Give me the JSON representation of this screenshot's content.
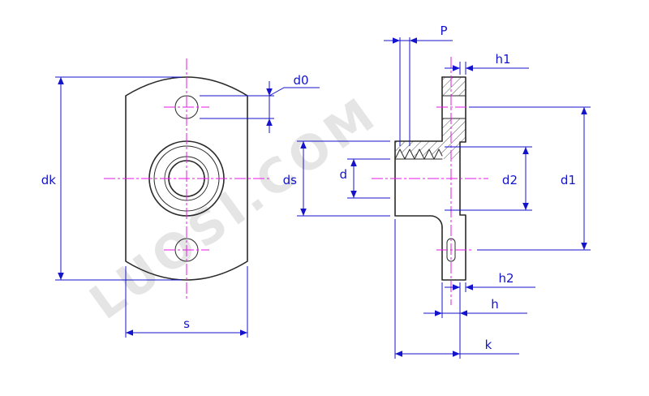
{
  "drawing": {
    "watermark": "LUOSI.COM",
    "labels": {
      "dk": "dk",
      "s": "s",
      "d0": "d0",
      "P": "P",
      "h1": "h1",
      "ds": "ds",
      "d": "d",
      "d2": "d2",
      "d1": "d1",
      "h2": "h2",
      "h": "h",
      "k": "k"
    },
    "colors": {
      "outline": "#2a2a2a",
      "dimension": "#1414cc",
      "centerline": "#e619e6",
      "watermark": "#cccccc"
    }
  }
}
